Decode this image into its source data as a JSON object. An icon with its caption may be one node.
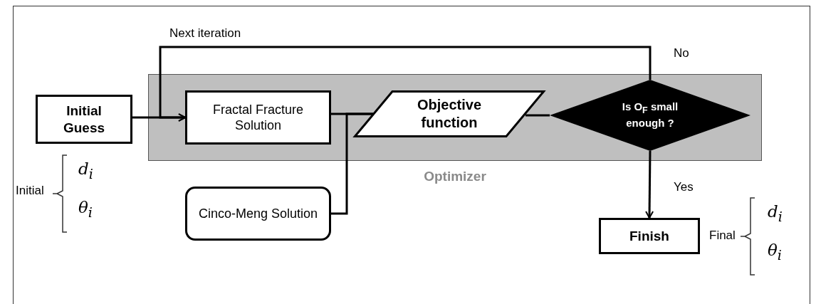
{
  "diagram": {
    "nodes": [
      {
        "text": [
          "Optimizer"
        ]
      },
      {
        "text": [
          "Initial Guess"
        ],
        "beside": [
          "Initial",
          "d$_{i}$",
          "θ$_{i}$"
        ]
      },
      {
        "text": [
          "Fractal Fracture Solution"
        ],
        "in": 0
      },
      {
        "text": [
          "Objective function"
        ],
        "in": 0
      },
      {
        "text": [
          "Is O$_{F}$ small enough ?"
        ],
        "in": 0
      },
      {
        "text": [
          "Cinco-Meng Solution"
        ]
      },
      {
        "text": [
          "Finish"
        ],
        "beside": [
          "Final",
          "d$_{i}$",
          "θ$_{i}$"
        ]
      }
    ],
    "edges": [
      {
        "from": 1,
        "to": 2,
        "arrow": "to"
      },
      {
        "from": 4,
        "to": 2,
        "arrow": "to",
        "label": "No"
      },
      {
        "from": 2,
        "to": 3,
        "arrow": "none"
      },
      {
        "from": 5,
        "to": 3,
        "arrow": "none"
      },
      {
        "from": 3,
        "to": 4,
        "arrow": "none"
      },
      {
        "from": 4,
        "to": 6,
        "arrow": "to",
        "label": "Yes"
      }
    ],
    "labels": [
      "Next iteration"
    ]
  }
}
